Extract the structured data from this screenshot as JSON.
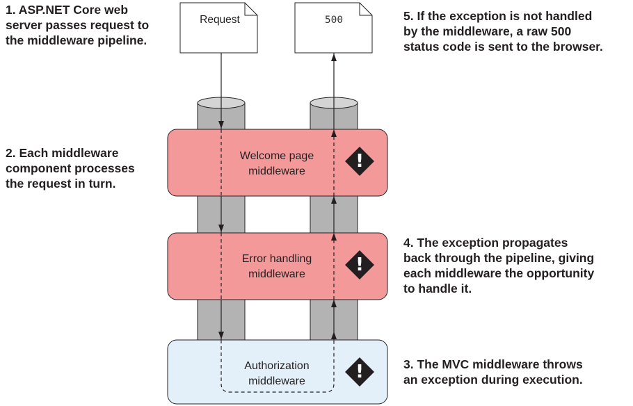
{
  "annotations": {
    "step1": "1. ASP.NET Core web\nserver passes request to\nthe middleware pipeline.",
    "step2": "2. Each middleware\ncomponent processes\nthe request in turn.",
    "step3": "3. The MVC middleware throws\nan exception during execution.",
    "step4": "4. The exception propagates\nback through the pipeline, giving\neach middleware the opportunity\nto handle it.",
    "step5": "5. If the exception is not handled\nby the middleware, a raw 500\nstatus code is sent to the browser."
  },
  "documents": {
    "request": "Request",
    "response": "500"
  },
  "middleware": [
    {
      "label": "Welcome page\nmiddleware",
      "fill": "#f4999a"
    },
    {
      "label": "Error handling\nmiddleware",
      "fill": "#f4999a"
    },
    {
      "label": "Authorization\nmiddleware",
      "fill": "#e3f0fa"
    }
  ],
  "icons": {
    "exception": "warning-diamond-icon"
  },
  "colors": {
    "pipe": "#b3b3b3",
    "pipe_top": "#d4d4d4",
    "highlight": "#f4999a",
    "neutral": "#e3f0fa",
    "stroke": "#231f20"
  }
}
